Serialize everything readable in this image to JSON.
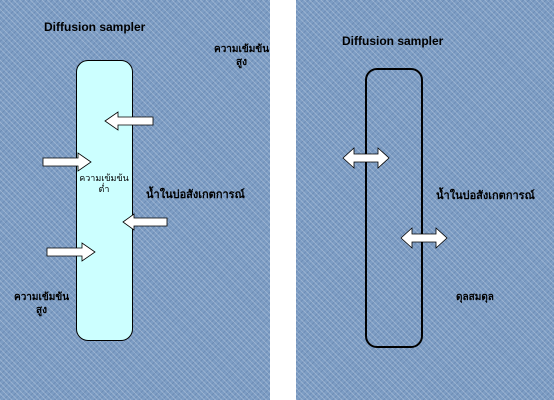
{
  "left_panel": {
    "title": "Diffusion sampler",
    "label_high_top": "ความเข้มข้น\nสูง",
    "label_low_center": "ความเข้มข้น\nต่ำ",
    "label_well_water": "น้ำในบ่อสังเกตการณ์",
    "label_high_bottom": "ความเข้มข้น\nสูง",
    "colors": {
      "background": "#7d9dc4",
      "tube_fill": "#ccffff",
      "arrow_fill": "#ffffff"
    }
  },
  "right_panel": {
    "title": "Diffusion  sampler",
    "label_well_water": "น้ำในบ่อสังเกตการณ์",
    "label_equilibrium": "ดุลสมดุล"
  }
}
